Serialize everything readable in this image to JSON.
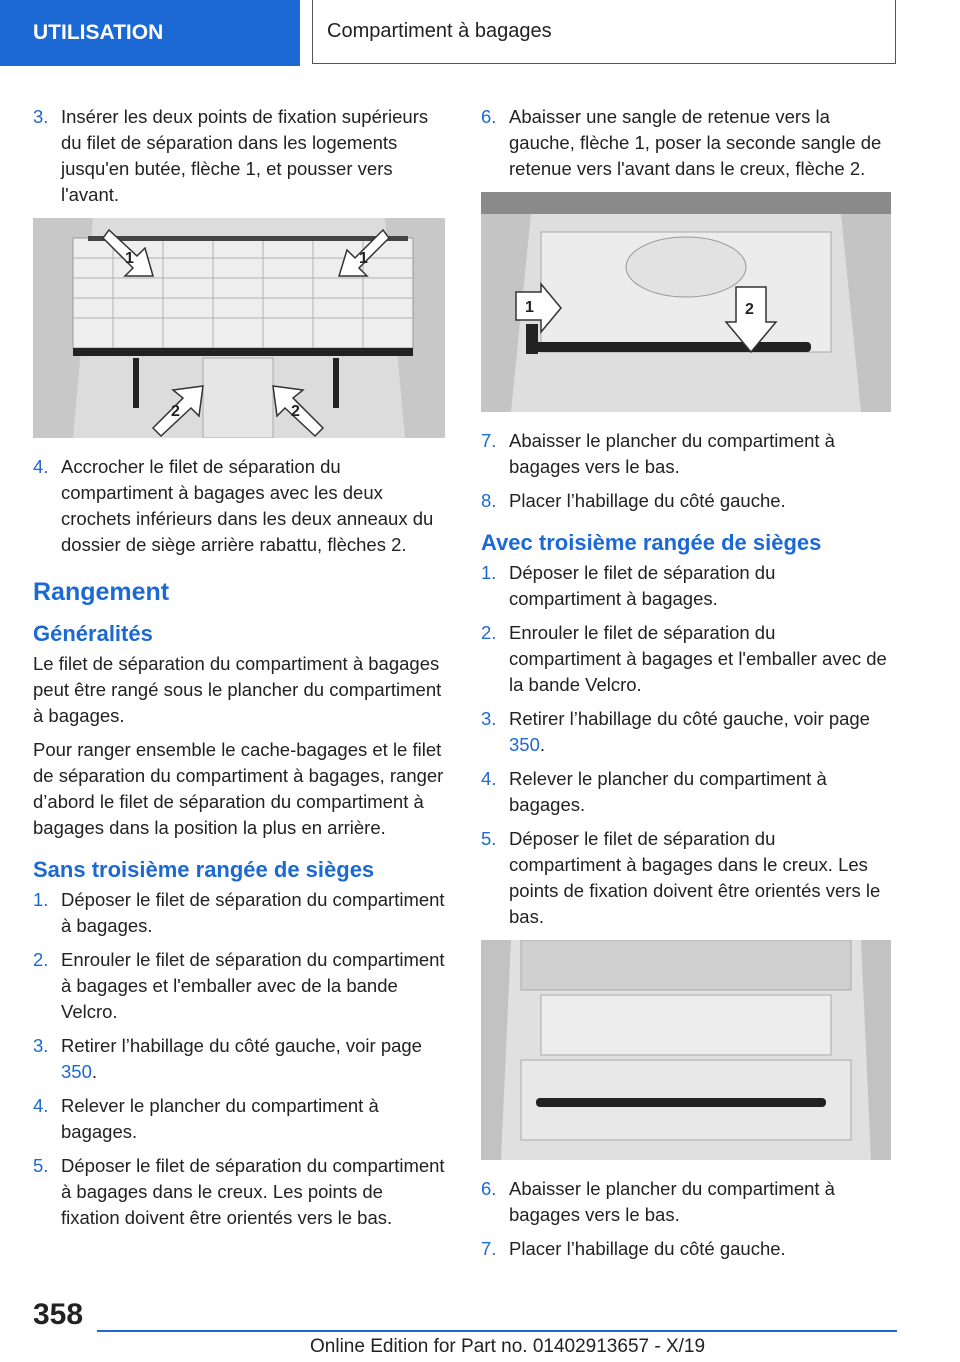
{
  "header": {
    "section": "UTILISATION",
    "topic": "Compartiment à bagages"
  },
  "left": {
    "step3": {
      "num": "3.",
      "text": "Insérer les deux points de fixation supérieurs du filet de séparation dans les logements jusqu'en butée, flèche 1, et pousser vers l'avant."
    },
    "step4": {
      "num": "4.",
      "text": "Accrocher le filet de séparation du compartiment à bagages avec les deux crochets inférieurs dans les deux anneaux du dossier de siège arrière rabattu, flèches 2."
    },
    "heading_rangement": "Rangement",
    "heading_generalites": "Généralités",
    "para1": "Le filet de séparation du compartiment à bagages peut être rangé sous le plancher du compartiment à bagages.",
    "para2": "Pour ranger ensemble le cache-bagages et le filet de séparation du compartiment à bagages, ranger d’abord le filet de séparation du compartiment à bagages dans la position la plus en arrière.",
    "heading_sans": "Sans troisième rangée de sièges",
    "steps": [
      {
        "num": "1.",
        "text": "Déposer le filet de séparation du compartiment à bagages."
      },
      {
        "num": "2.",
        "text": "Enrouler le filet de séparation du compartiment à bagages et l'emballer avec de la bande Velcro."
      },
      {
        "num": "3.",
        "text_before": "Retirer l’habillage du côté gauche, voir page ",
        "link": "350",
        "text_after": "."
      },
      {
        "num": "4.",
        "text": "Relever le plancher du compartiment à bagages."
      },
      {
        "num": "5.",
        "text": "Déposer le filet de séparation du compartiment à bagages dans le creux. Les points de fixation doivent être orientés vers le bas."
      }
    ]
  },
  "right": {
    "step6": {
      "num": "6.",
      "text": "Abaisser une sangle de retenue vers la gauche, flèche 1, poser la seconde sangle de retenue vers l'avant dans le creux, flèche 2."
    },
    "step7": {
      "num": "7.",
      "text": "Abaisser le plancher du compartiment à bagages vers le bas."
    },
    "step8": {
      "num": "8.",
      "text": "Placer l’habillage du côté gauche."
    },
    "heading_avec": "Avec troisième rangée de sièges",
    "steps": [
      {
        "num": "1.",
        "text": "Déposer le filet de séparation du compartiment à bagages."
      },
      {
        "num": "2.",
        "text": "Enrouler le filet de séparation du compartiment à bagages et l'emballer avec de la bande Velcro."
      },
      {
        "num": "3.",
        "text_before": "Retirer l’habillage du côté gauche, voir page ",
        "link": "350",
        "text_after": "."
      },
      {
        "num": "4.",
        "text": "Relever le plancher du compartiment à bagages."
      },
      {
        "num": "5.",
        "text": "Déposer le filet de séparation du compartiment à bagages dans le creux. Les points de fixation doivent être orientés vers le bas."
      }
    ],
    "step6b": {
      "num": "6.",
      "text": "Abaisser le plancher du compartiment à bagages vers le bas."
    },
    "step7b": {
      "num": "7.",
      "text": "Placer l’habillage du côté gauche."
    }
  },
  "figures": {
    "fig1_label_a": "1",
    "fig1_label_b": "1",
    "fig1_label_c": "2",
    "fig1_label_d": "2",
    "fig2_label_a": "1",
    "fig2_label_b": "2"
  },
  "footer": {
    "page_number": "358",
    "edition": "Online Edition for Part no. 01402913657 - X/19"
  }
}
